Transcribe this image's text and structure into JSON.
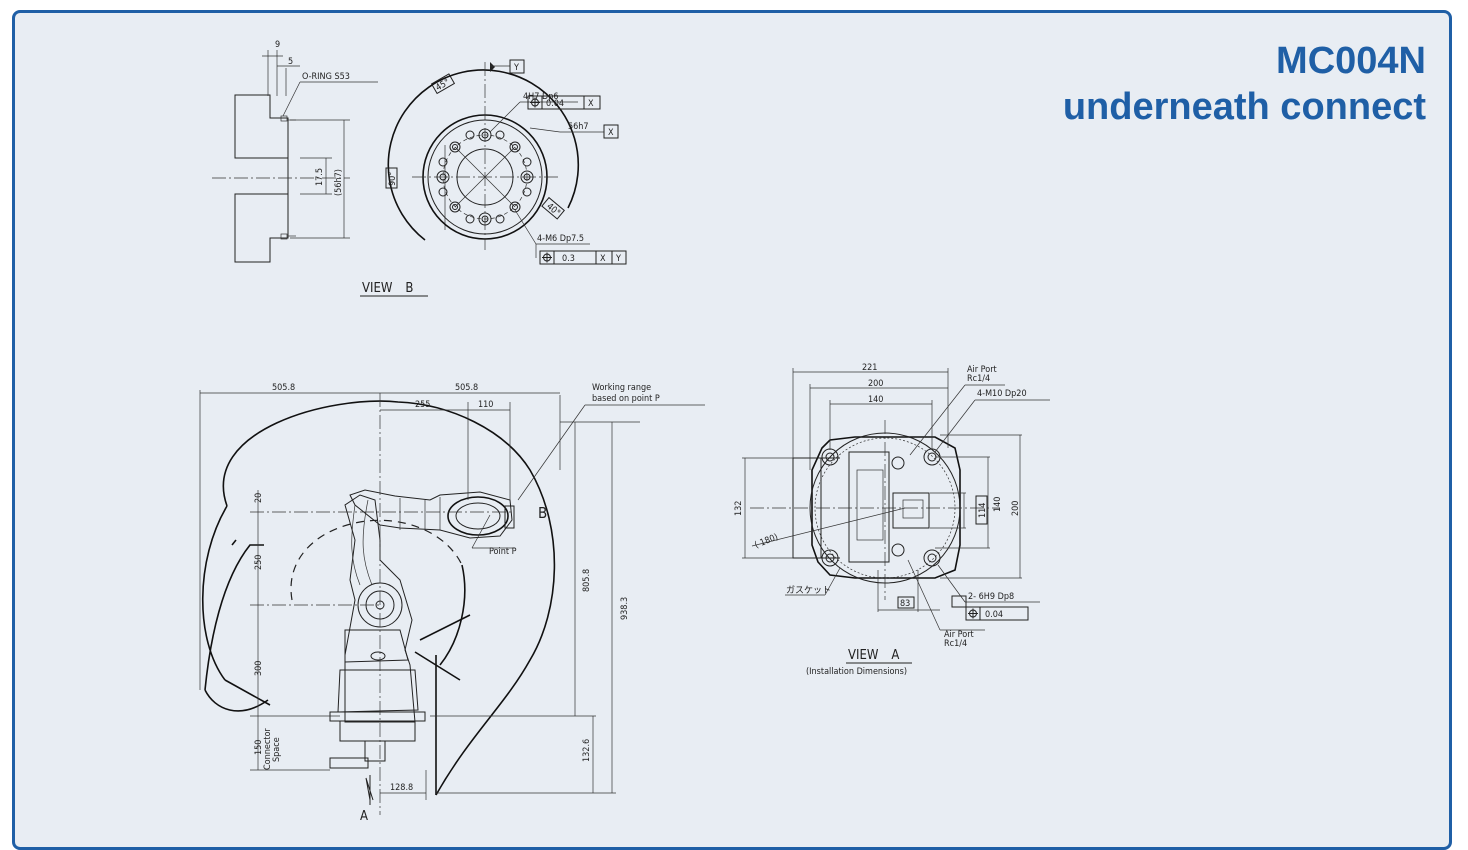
{
  "title": {
    "line1": "MC004N",
    "line2": "underneath connect"
  },
  "colors": {
    "accent": "#1f5fa6",
    "panel_background": "#e8edf3"
  },
  "view_b": {
    "label": "VIEW　B",
    "dim_9": "9",
    "dim_5": "5",
    "oring": "O-RING S53",
    "dim_175": "17.5",
    "dim_56h7_paren": "(56h7)",
    "datum_y": "Y",
    "datum_x": "X",
    "angle_45": "45°",
    "angle_90": "90°",
    "angle_40": "40°",
    "hole_4h7": "4H7 Dp6",
    "tol_004": "0.04",
    "dia_56h7": "56h7",
    "hole_4m6": "4-M6 Dp7.5",
    "tol_03": "0.3",
    "ref_x": "X",
    "ref_y": "Y"
  },
  "side_view": {
    "dim_5058_left": "505.8",
    "dim_5058_right": "505.8",
    "dim_255": "255",
    "dim_110": "110",
    "working_range_1": "Working range",
    "working_range_2": "based on point P",
    "label_b": "B",
    "point_p": "Point P",
    "dim_20": "20",
    "dim_250": "250",
    "dim_300": "300",
    "dim_150": "150",
    "connector_1": "Connector",
    "connector_2": "Space",
    "dim_8058": "805.8",
    "dim_9383": "938.3",
    "dim_1326": "132.6",
    "dim_1288": "128.8",
    "label_a": "A"
  },
  "view_a": {
    "dim_221": "221",
    "dim_200_top": "200",
    "dim_140_top": "140",
    "air_port_top_1": "Air Port",
    "air_port_top_2": "Rc1/4",
    "bolt": "4-M10 Dp20",
    "dim_132": "132",
    "dim_180": "( 180)",
    "dim_114": "114",
    "dim_140_right": "140",
    "dim_200_right": "200",
    "gasket": "ガスケット",
    "dim_83": "83",
    "hole_6h9": "2- 6H9 Dp8",
    "tol_004": "0.04",
    "air_port_bot_1": "Air Port",
    "air_port_bot_2": "Rc1/4",
    "label": "VIEW　A",
    "caption": "(Installation Dimensions)"
  }
}
